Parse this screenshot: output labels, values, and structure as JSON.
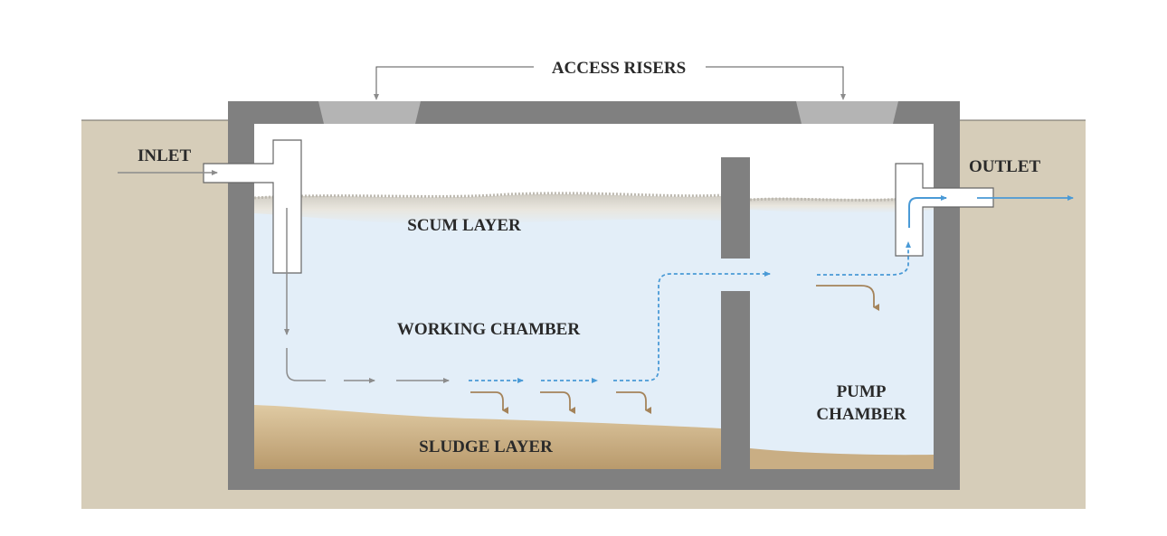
{
  "labels": {
    "access_risers": "ACCESS RISERS",
    "inlet": "INLET",
    "outlet": "OUTLET",
    "scum_layer": "SCUM LAYER",
    "working_chamber": "WORKING CHAMBER",
    "sludge_layer": "SLUDGE LAYER",
    "pump_chamber_line1": "PUMP",
    "pump_chamber_line2": "CHAMBER"
  },
  "colors": {
    "ground": "#d6cdb9",
    "tank_wall": "#808080",
    "riser": "#b4b4b4",
    "water": "#e3eef8",
    "scum": "#d9d6cf",
    "sludge": "#c4a87e",
    "flow_grey": "#8c8c8c",
    "flow_blue": "#4a9ad6",
    "settle_brown": "#a4835a",
    "text": "#2a2a2a"
  }
}
